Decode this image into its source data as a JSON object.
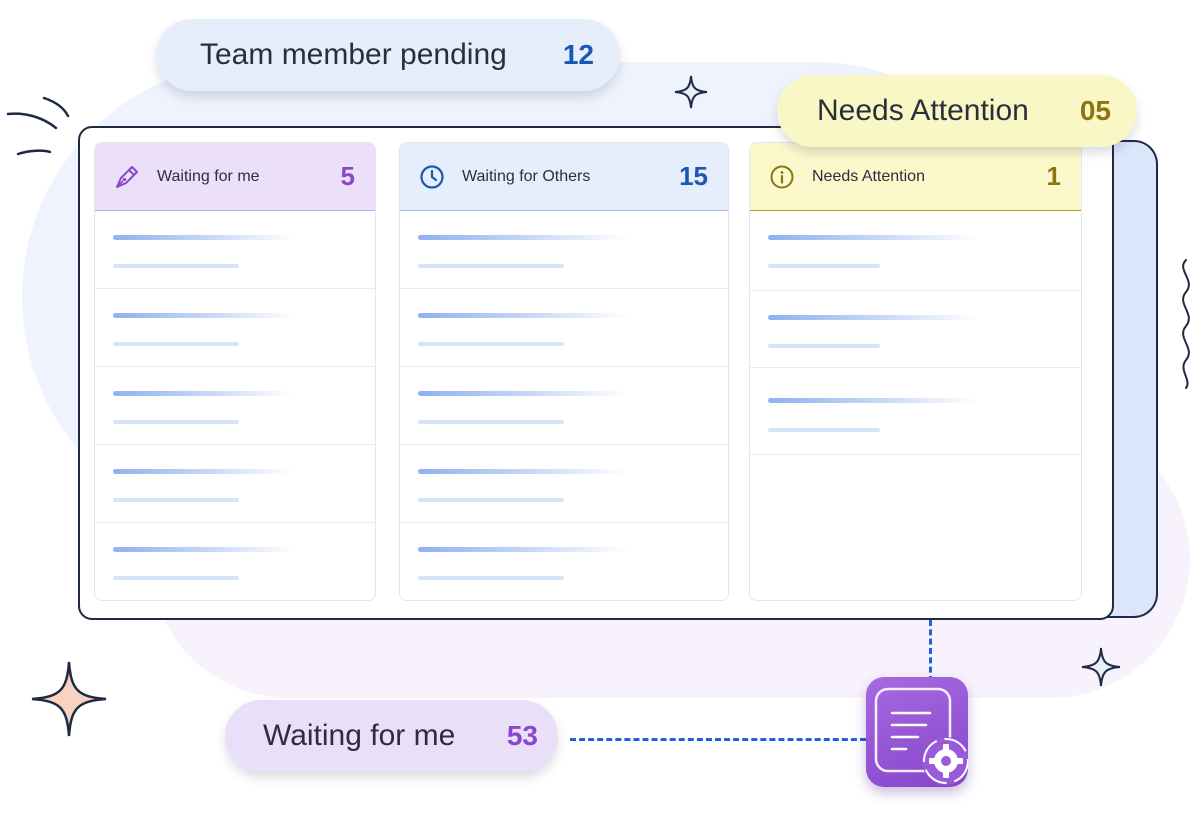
{
  "pills": {
    "team": {
      "label": "Team member pending",
      "count": "12"
    },
    "needs": {
      "label": "Needs Attention",
      "count": "05"
    },
    "waiting": {
      "label": "Waiting for me",
      "count": "53"
    }
  },
  "columns": [
    {
      "title": "Waiting for me",
      "count": "5",
      "icon": "pen-icon",
      "rows": 5
    },
    {
      "title": "Waiting for Others",
      "count": "15",
      "icon": "clock-icon",
      "rows": 5
    },
    {
      "title": "Needs Attention",
      "count": "1",
      "icon": "info-icon",
      "rows": 3
    }
  ],
  "colors": {
    "purple": "#8a46cf",
    "blue": "#1957b5",
    "olive": "#8a7413",
    "connector": "#1e64d8"
  },
  "app_icon": "document-gear-icon"
}
